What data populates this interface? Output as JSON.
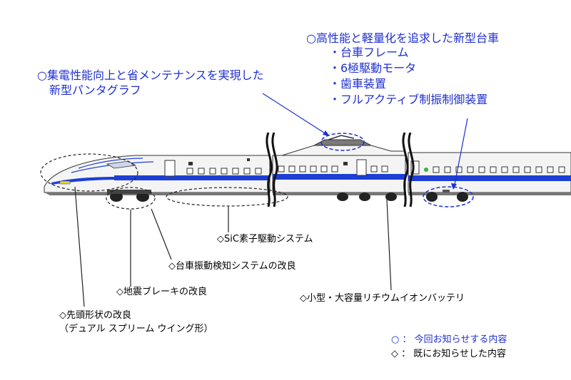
{
  "callouts": {
    "pantograph": {
      "line1": "○集電性能向上と省メンテナンスを実現した",
      "line2": "新型パンタグラフ"
    },
    "bogie": {
      "title": "○高性能と軽量化を追求した新型台車",
      "items": [
        "・台車フレーム",
        "・6極駆動モータ",
        "・歯車装置",
        "・フルアクティブ制振制御装置"
      ]
    },
    "sic": "◇SiC素子駆動システム",
    "bogie_detect": "◇台車振動検知システムの改良",
    "quake_brake": "◇地震ブレーキの改良",
    "battery": "◇小型・大容量リチウムイオンバッテリ",
    "nose": {
      "line1": "◇先頭形状の改良",
      "line2": "（デュアル スプリーム ウイング形）"
    }
  },
  "legend": {
    "new_info": "○ ： 今回お知らせする内容",
    "known_info": "◇ ： 既にお知らせした内容"
  },
  "colors": {
    "accent_blue": "#1f2fd0",
    "stripe_blue": "#1d3fd6"
  }
}
